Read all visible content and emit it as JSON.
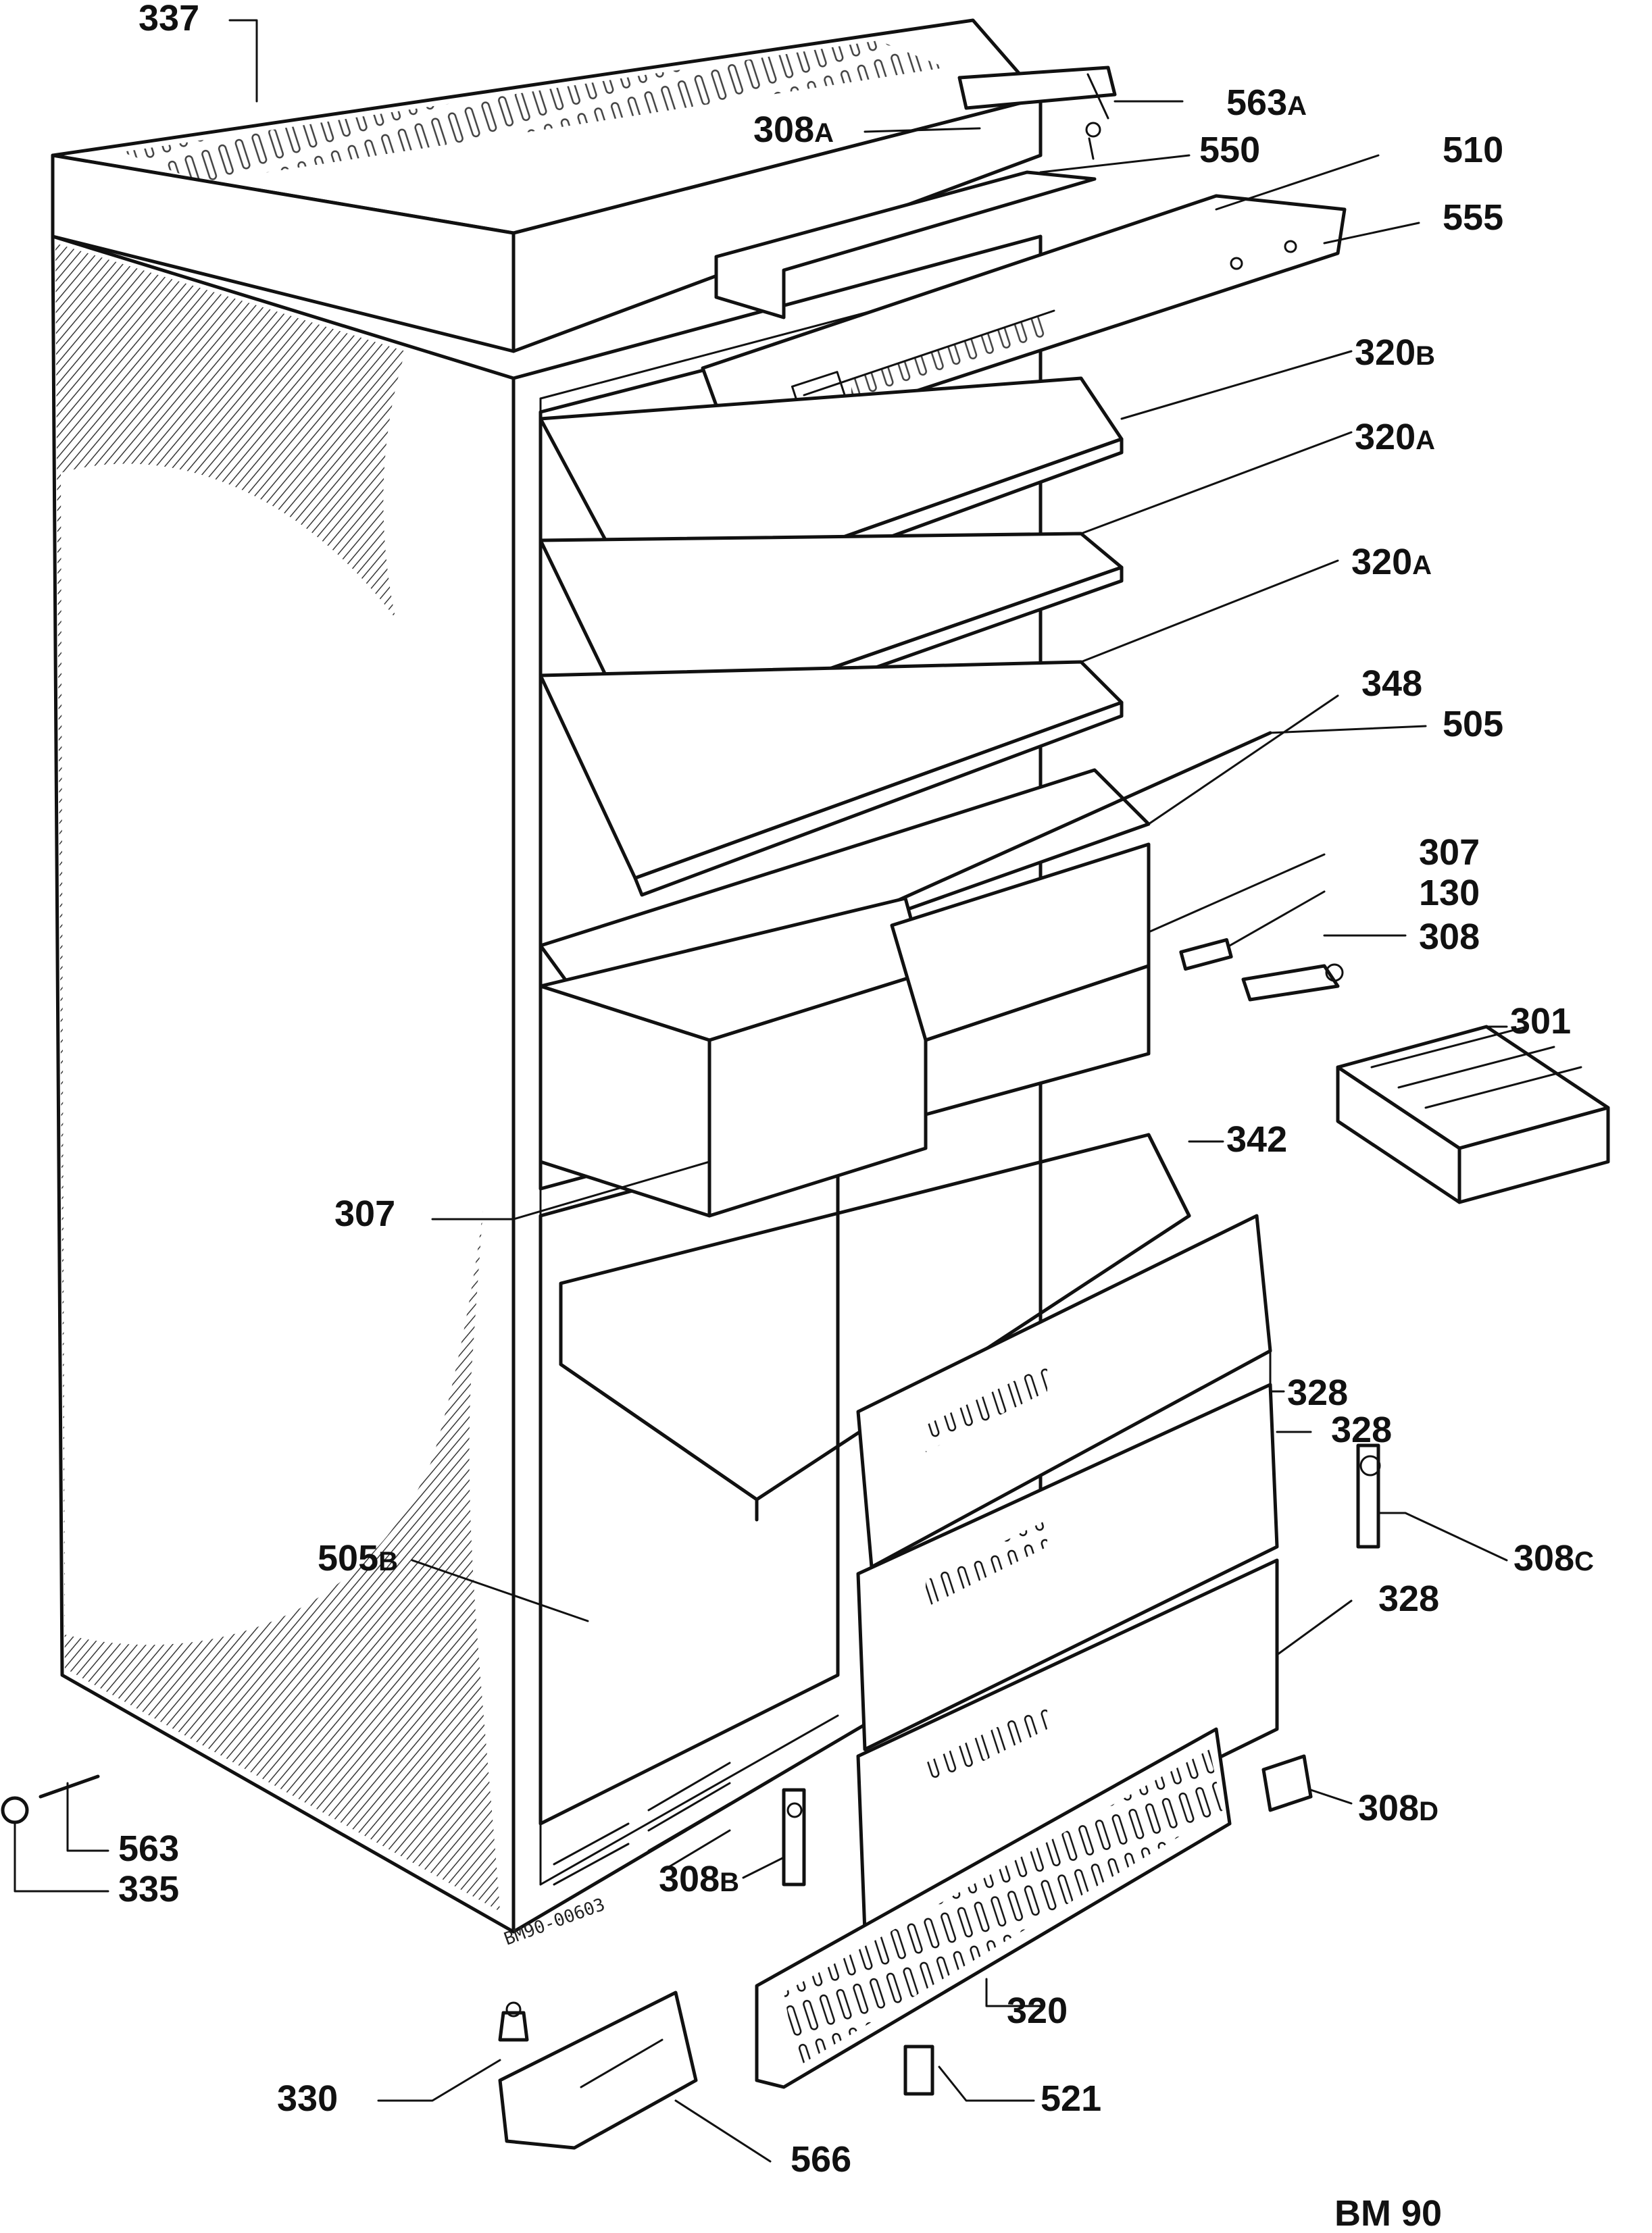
{
  "diagram": {
    "model_label": "BM 90",
    "drawing_stamp": "BM90-00603",
    "callouts": {
      "c337": "337",
      "c308A": "308",
      "c308A_suffix": "A",
      "c563A": "563",
      "c563A_suffix": "A",
      "c550": "550",
      "c510": "510",
      "c555": "555",
      "c320B": "320",
      "c320B_suffix": "B",
      "c320A_1": "320",
      "c320A_1_suffix": "A",
      "c320A_2": "320",
      "c320A_2_suffix": "A",
      "c348": "348",
      "c505": "505",
      "c307_right": "307",
      "c130": "130",
      "c308": "308",
      "c301": "301",
      "c342": "342",
      "c307_left": "307",
      "c328_1": "328",
      "c328_2": "328",
      "c308C": "308",
      "c308C_suffix": "C",
      "c328_3": "328",
      "c505B": "505",
      "c505B_suffix": "B",
      "c563": "563",
      "c335": "335",
      "c308B": "308",
      "c308B_suffix": "B",
      "c308D": "308",
      "c308D_suffix": "D",
      "c320": "320",
      "c330": "330",
      "c521": "521",
      "c566": "566"
    }
  }
}
